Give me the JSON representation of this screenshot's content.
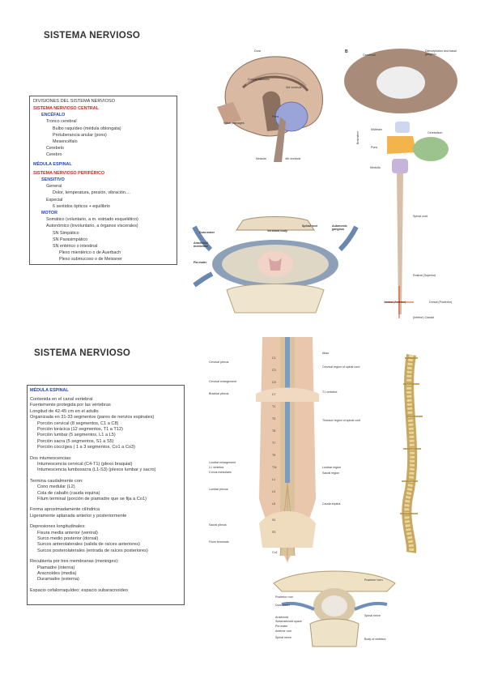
{
  "section1": {
    "title": "SISTEMA NERVIOSO",
    "box": {
      "heading": "DIVISIONES DEL SISTEMA NERVIOSO",
      "lines": [
        {
          "t": "SISTEMA NERVIOSO CENTRAL",
          "s": "red"
        },
        {
          "t": "ENCÉFALO",
          "s": "blue"
        },
        {
          "t": "Tronco cerebral",
          "s": ""
        },
        {
          "t": "Bulbo raquídeo (médula oblongata)",
          "s": ""
        },
        {
          "t": "Protuberancia anular (pons)",
          "s": ""
        },
        {
          "t": "Mesencéfalo",
          "s": ""
        },
        {
          "t": "Cerebelo",
          "s": ""
        },
        {
          "t": "Cerebro",
          "s": ""
        },
        {
          "t": "MÉDULA ESPINAL",
          "s": "blue"
        },
        {
          "t": "SISTEMA NERVIOSO PERIFÉRICO",
          "s": "red"
        },
        {
          "t": "SENSITIVO",
          "s": "blue"
        },
        {
          "t": "General",
          "s": ""
        },
        {
          "t": "Dolor, temperatura, presión, vibración....",
          "s": ""
        },
        {
          "t": "Especial",
          "s": ""
        },
        {
          "t": "6 sentidos ópticos + equilibrio",
          "s": ""
        },
        {
          "t": "MOTOR",
          "s": "blue"
        },
        {
          "t": "Somático (voluntario, a m. estriado esquelético)",
          "s": ""
        },
        {
          "t": "Autonómico (involuntario, a órganos viscerales)",
          "s": ""
        },
        {
          "t": "SN Simpático",
          "s": ""
        },
        {
          "t": "SN Parasimpático",
          "s": ""
        },
        {
          "t": "SN entérico o intestinal",
          "s": ""
        },
        {
          "t": "Plexo mientérico o de Auerbach",
          "s": ""
        },
        {
          "t": "Plexo submucoso o de Meissner",
          "s": ""
        }
      ]
    },
    "brain_labels": {
      "dura": "Dura",
      "corpus": "Corpus callosum",
      "third": "3rd ventricle",
      "nasal": "Nasal passages",
      "pons": "Pons",
      "medulla": "Medulla",
      "fourth": "4th ventricle"
    },
    "side_labels": {
      "b": "B",
      "cerebrum": "Cerebrum",
      "diencephalon": "Diencephalon and basal ganglion",
      "midbrain": "Midbrain",
      "cerebellum": "Cerebellum",
      "brainstem": "Brainstem",
      "pons": "Pons",
      "medulla": "Medulla",
      "spinal_cord": "Spinal cord",
      "rostral": "Rostral (Superior)",
      "ventral": "Ventral (Anterior)",
      "dorsal": "Dorsal (Posterior)",
      "caudal": "(Inferior) Caudal"
    },
    "spine_labels": {
      "spinal_root": "Spinal root",
      "autonomic": "Autonomic ganglion",
      "dura": "Dura mater",
      "vertebral": "Vertebral body",
      "arachnoid": "Arachnoid membrane",
      "pia": "Pia mater"
    }
  },
  "section2": {
    "title": "SISTEMA NERVIOSO",
    "box": {
      "heading": "MÉDULA ESPINAL",
      "groups": [
        [
          "Contenida en el canal vertebral",
          "Fuertemente protegida por las vértebras",
          "Longitud de 42-45 cm en el adulto",
          "Organizada en 31-33 segmentos (pares de nervios espinales)",
          "Porción cervical (8 segmentos, C1 a C8)",
          "Porción torácica (12 segmentos, T1 a T12)",
          "Porción lumbar (5 segmentos, L1 a L5)",
          "Porción sacra (5 segmentos, S1 a S5)",
          "Porción coccígea ( 1 a 3 segmentos, Co1 a Co3)"
        ],
        [
          "Dos intumescencias:",
          "Intumescencia cervical (C4-T1) (plexo braquial)",
          "Intumescencia lumbosacra (L1-S3) (plexos lumbar y sacro)"
        ],
        [
          "Termina caudalmente con:",
          "Cono medular (L2)",
          "Cola de caballo (cauda equina)",
          "Filum terminal (porción de piamadre que se fija a Co1)"
        ],
        [
          "Forma aproximadamente cilíndrica",
          "Ligeramente aplanada anterior y posteriormente"
        ],
        [
          "Depresiones longitudinales:",
          "Fisura media anterior (ventral)",
          "Surco medio posterior (dorsal)",
          "Surcos anterolaterales (salida de raíces anteriores)",
          "Surcos posterolaterales (entrada de raíces posteriores)"
        ],
        [
          "Recubierta por tres membranas (meninges):",
          "Piamadre (interna)",
          "Aracnoides (media)",
          "Duramadre (externa)"
        ],
        [
          "Espacio cefalorraquídeo: espacio subaracnoideo"
        ]
      ]
    },
    "back_labels_left": [
      "Cervical plexus",
      "Cervical enlargement",
      "Brachial plexus",
      "Lumbar enlargement",
      "L1 vertebra",
      "Conus medullaris",
      "Lumbar plexus",
      "Sacral plexus",
      "Filum terminale"
    ],
    "back_labels_right": [
      "Atlas",
      "Cervical region of spinal cord",
      "T1 vertebra",
      "Thoracic region of spinal cord",
      "Lumbar region",
      "Sacral region",
      "Cauda equina"
    ],
    "seg_labels": [
      "C1",
      "C3",
      "C5",
      "C7",
      "T1",
      "T3",
      "T5",
      "T7",
      "T9",
      "T11",
      "L1",
      "L3",
      "L5",
      "S1",
      "S3",
      "Co1"
    ],
    "vert_labels_left": [
      "Posterior root",
      "Dura mater",
      "Arachnoid",
      "Subarachnoid space",
      "Pia mater",
      "Anterior root",
      "Spinal nerve"
    ],
    "vert_labels_right": [
      "Posterior horn",
      "Spinal nerve",
      "Body of vertebra"
    ]
  }
}
